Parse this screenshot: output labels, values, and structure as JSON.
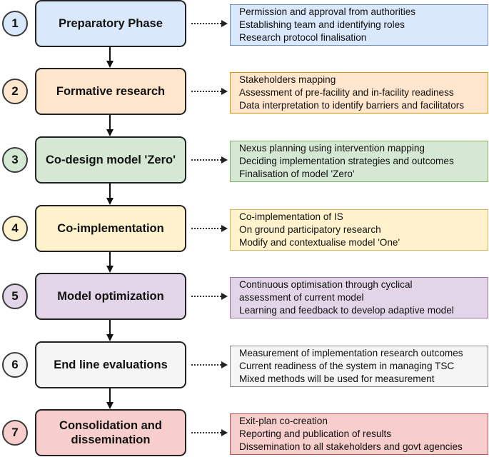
{
  "colors": {
    "blue_fill": "#dae8fc",
    "blue_border": "#6c8ebf",
    "orange_fill": "#ffe6cc",
    "orange_border": "#d79b00",
    "green_fill": "#d5e8d4",
    "green_border": "#82b366",
    "yellow_fill": "#fff2cc",
    "yellow_border": "#d6b656",
    "purple_fill": "#e1d5e7",
    "purple_border": "#9673a6",
    "grey_fill": "#f5f5f5",
    "grey_border": "#888888",
    "red_fill": "#f8cecc",
    "red_border": "#b85450"
  },
  "steps": [
    {
      "number": "1",
      "phase": "Preparatory Phase",
      "color": "blue",
      "details": [
        "Permission and approval from authorities",
        "Establishing team and identifying roles",
        "Research protocol finalisation"
      ]
    },
    {
      "number": "2",
      "phase": "Formative research",
      "color": "orange",
      "details": [
        "Stakeholders mapping",
        "Assessment of pre-facility and in-facility readiness",
        "Data interpretation to identify barriers and facilitators"
      ]
    },
    {
      "number": "3",
      "phase": "Co-design model 'Zero'",
      "color": "green",
      "details": [
        "Nexus planning using intervention mapping",
        "Deciding implementation strategies and outcomes",
        "Finalisation of model 'Zero'"
      ]
    },
    {
      "number": "4",
      "phase": "Co-implementation",
      "color": "yellow",
      "details": [
        "Co-implementation of IS",
        "On ground participatory research",
        "Modify and contextualise model 'One'"
      ]
    },
    {
      "number": "5",
      "phase": "Model optimization",
      "color": "purple",
      "details": [
        "Continuous optimisation through cyclical",
        "assessment of current model",
        "Learning and feedback to develop adaptive model"
      ]
    },
    {
      "number": "6",
      "phase": "End line evaluations",
      "color": "grey",
      "details": [
        "Measurement of implementation research outcomes",
        "Current readiness of the system in managing TSC",
        "Mixed methods will be used for measurement"
      ]
    },
    {
      "number": "7",
      "phase": "Consolidation and dissemination",
      "color": "red",
      "details": [
        "Exit-plan co-creation",
        "Reporting and publication of results",
        "Dissemination to all stakeholders and govt agencies"
      ]
    }
  ]
}
